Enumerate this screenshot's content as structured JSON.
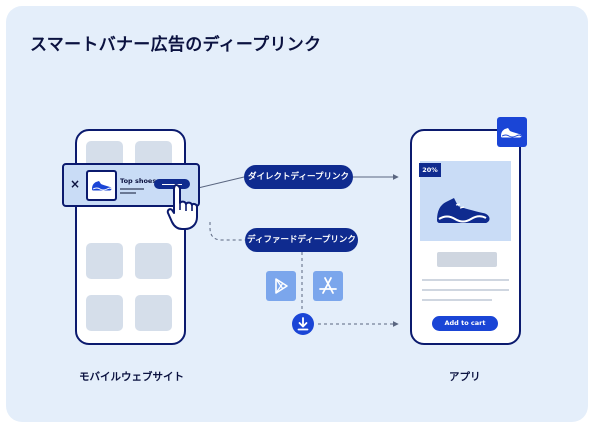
{
  "title": "スマートバナー広告のディープリンク",
  "banner": {
    "close": "×",
    "product": "Top shoes"
  },
  "paths": {
    "direct": "ダイレクトディープリンク",
    "deferred": "ディファードディープリンク"
  },
  "labels": {
    "mobile_site": "モバイルウェブサイト",
    "app": "アプリ"
  },
  "app_screen": {
    "discount": "20%",
    "cta": "Add to cart"
  },
  "icons": {
    "close": "close-icon",
    "shoe": "shoe-icon",
    "hand": "pointing-hand-icon",
    "play_store": "google-play-icon",
    "app_store": "app-store-icon",
    "download": "download-icon"
  },
  "colors": {
    "navy": "#0b1a6e",
    "pill": "#0f2b8f",
    "accent_blue": "#1a45d6",
    "card_bg": "#e4eefa",
    "banner_bg": "#c9dcf6",
    "store_icon_bg": "#7ba6ec"
  }
}
